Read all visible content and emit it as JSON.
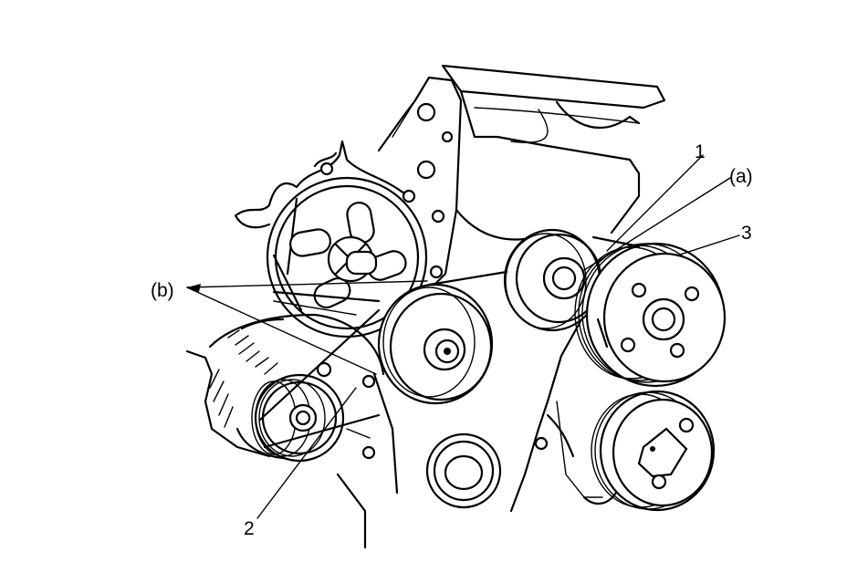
{
  "callouts": {
    "label_1": "1",
    "label_2": "2",
    "label_3": "3",
    "label_a": "(a)",
    "label_b": "(b)"
  }
}
